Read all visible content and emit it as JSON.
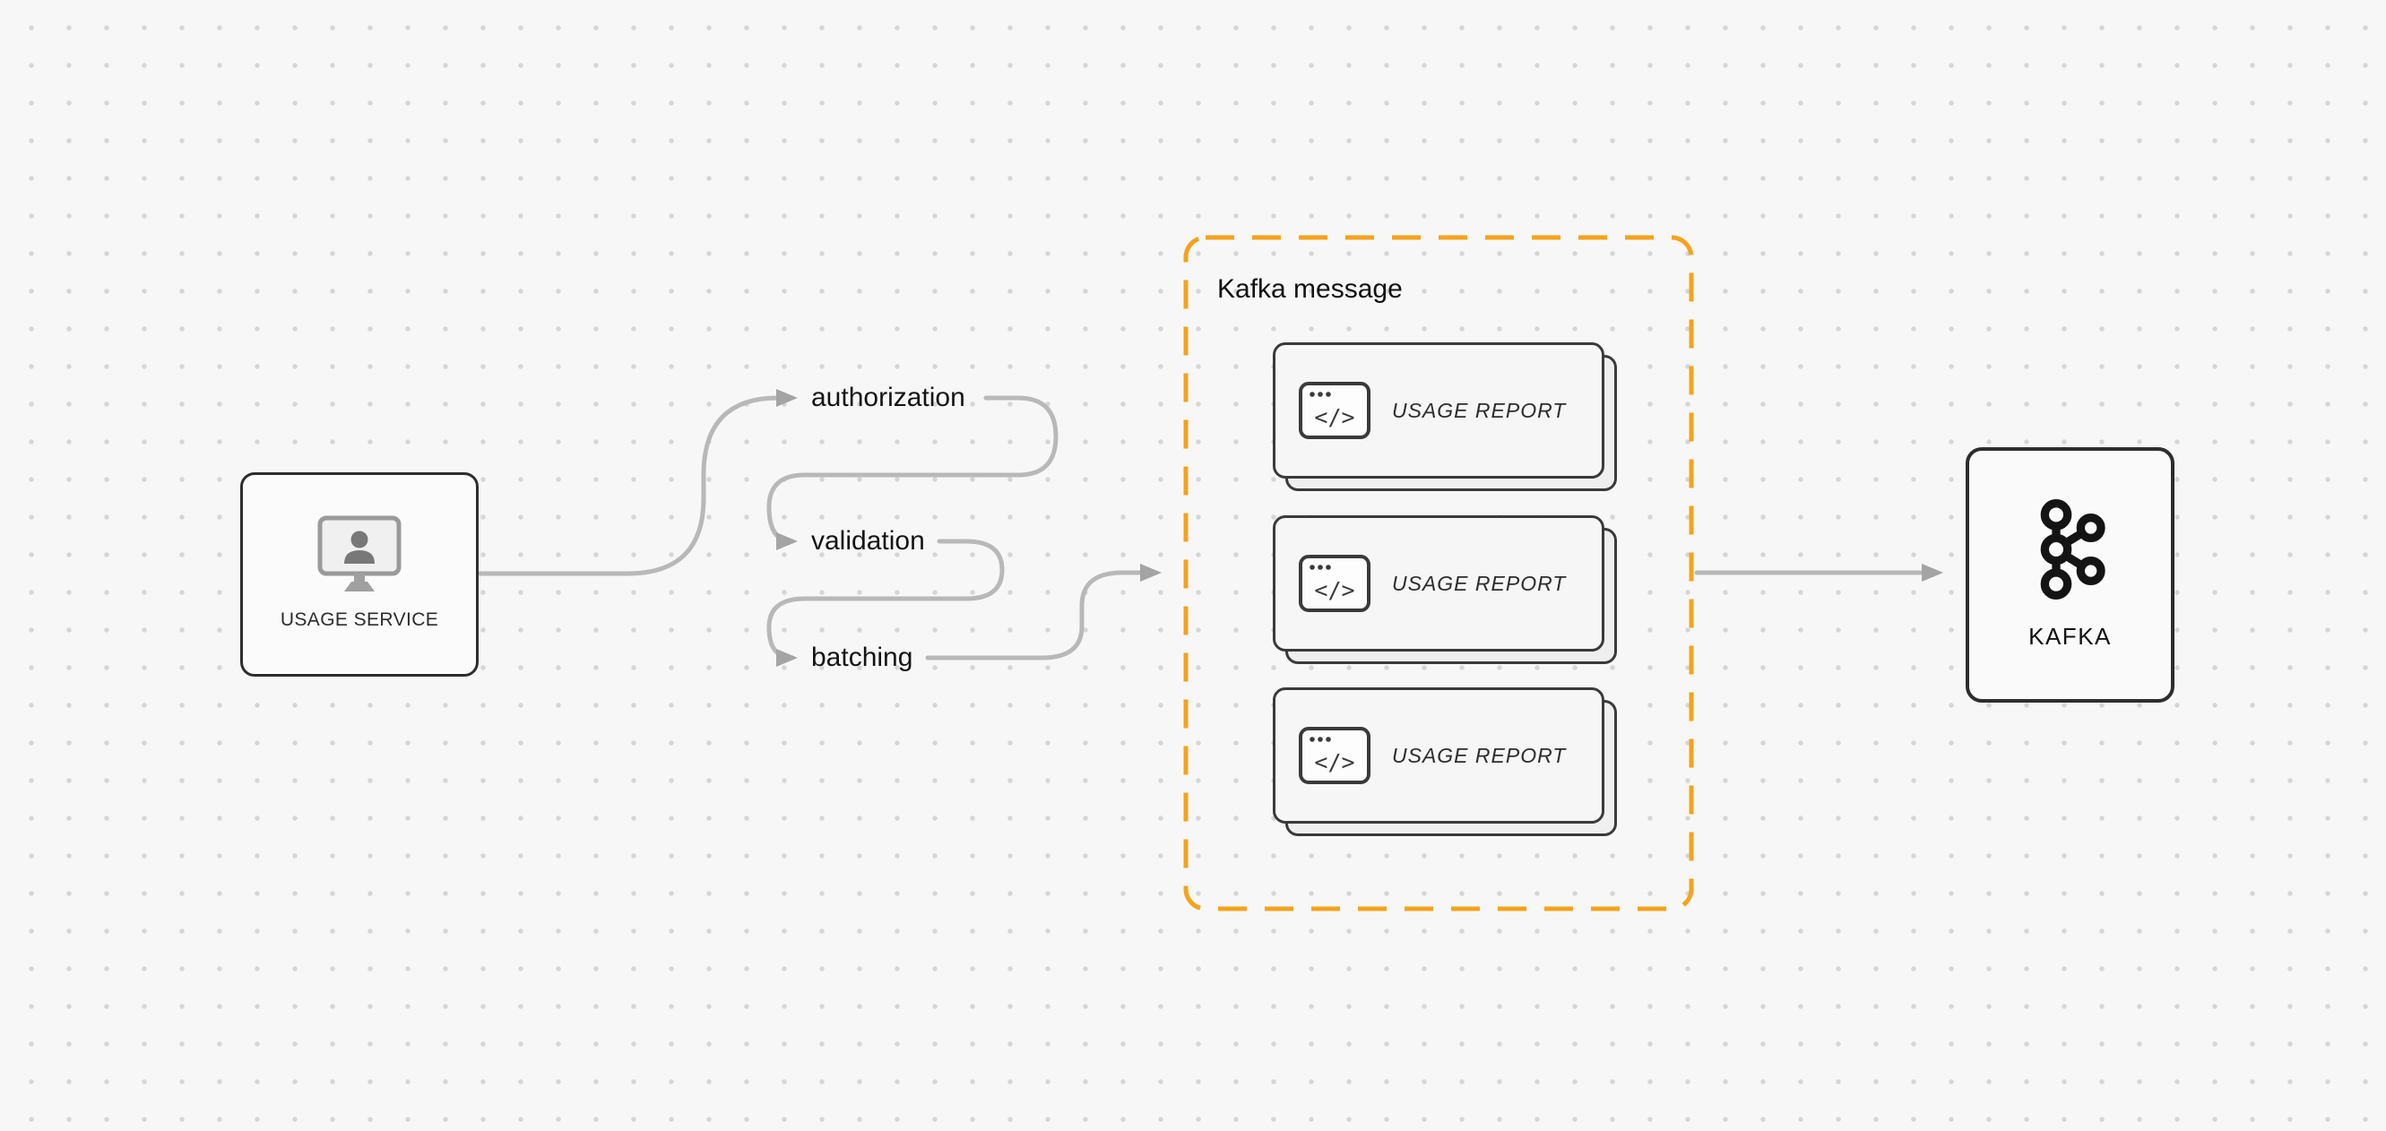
{
  "usage_service": {
    "label": "USAGE SERVICE",
    "icon": "monitor-user-icon"
  },
  "pipeline_steps": [
    {
      "label": "authorization"
    },
    {
      "label": "validation"
    },
    {
      "label": "batching"
    }
  ],
  "kafka_message_group": {
    "title": "Kafka message",
    "reports": [
      {
        "label": "USAGE REPORT"
      },
      {
        "label": "USAGE REPORT"
      },
      {
        "label": "USAGE REPORT"
      }
    ]
  },
  "kafka": {
    "label": "KAFKA",
    "icon": "kafka-logo-icon"
  },
  "icons": {
    "code_window_glyph": "</>"
  },
  "colors": {
    "background": "#F7F7F7",
    "dot_grid": "#D6D6D6",
    "node_border": "#2E2E2E",
    "card_border": "#3A3A3A",
    "group_border": "#F5A31C",
    "arrow": "#B8B8B8",
    "arrowhead": "#A4A4A4",
    "text": "#141414"
  }
}
